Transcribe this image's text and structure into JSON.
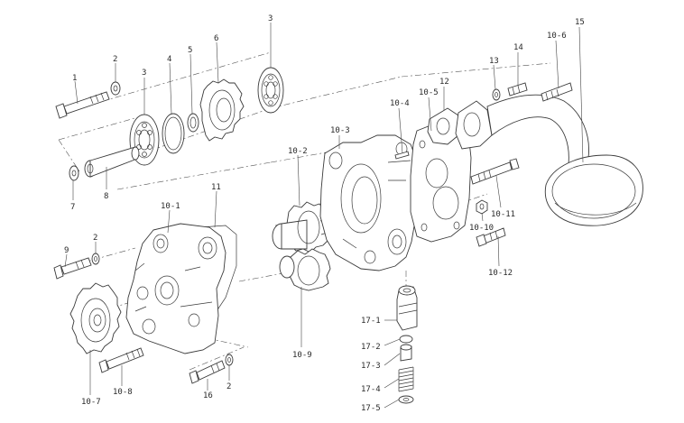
{
  "callouts": [
    {
      "id": "c1",
      "text": "1"
    },
    {
      "id": "c2a",
      "text": "2"
    },
    {
      "id": "c3a",
      "text": "3"
    },
    {
      "id": "c4",
      "text": "4"
    },
    {
      "id": "c5",
      "text": "5"
    },
    {
      "id": "c6",
      "text": "6"
    },
    {
      "id": "c3b",
      "text": "3"
    },
    {
      "id": "c7",
      "text": "7"
    },
    {
      "id": "c8",
      "text": "8"
    },
    {
      "id": "c10_1",
      "text": "10-1"
    },
    {
      "id": "c11",
      "text": "11"
    },
    {
      "id": "c9",
      "text": "9"
    },
    {
      "id": "c2b",
      "text": "2"
    },
    {
      "id": "c10_7",
      "text": "10-7"
    },
    {
      "id": "c10_8",
      "text": "10-8"
    },
    {
      "id": "c16",
      "text": "16"
    },
    {
      "id": "c2c",
      "text": "2"
    },
    {
      "id": "c10_2",
      "text": "10-2"
    },
    {
      "id": "c10_9",
      "text": "10-9"
    },
    {
      "id": "c10_3",
      "text": "10-3"
    },
    {
      "id": "c10_4",
      "text": "10-4"
    },
    {
      "id": "c10_5",
      "text": "10-5"
    },
    {
      "id": "c12",
      "text": "12"
    },
    {
      "id": "c13",
      "text": "13"
    },
    {
      "id": "c14",
      "text": "14"
    },
    {
      "id": "c10_6",
      "text": "10-6"
    },
    {
      "id": "c15",
      "text": "15"
    },
    {
      "id": "c10_11",
      "text": "10-11"
    },
    {
      "id": "c10_10",
      "text": "10-10"
    },
    {
      "id": "c10_12",
      "text": "10-12"
    },
    {
      "id": "c17_1",
      "text": "17-1"
    },
    {
      "id": "c17_2",
      "text": "17-2"
    },
    {
      "id": "c17_3",
      "text": "17-3"
    },
    {
      "id": "c17_4",
      "text": "17-4"
    },
    {
      "id": "c17_5",
      "text": "17-5"
    }
  ]
}
